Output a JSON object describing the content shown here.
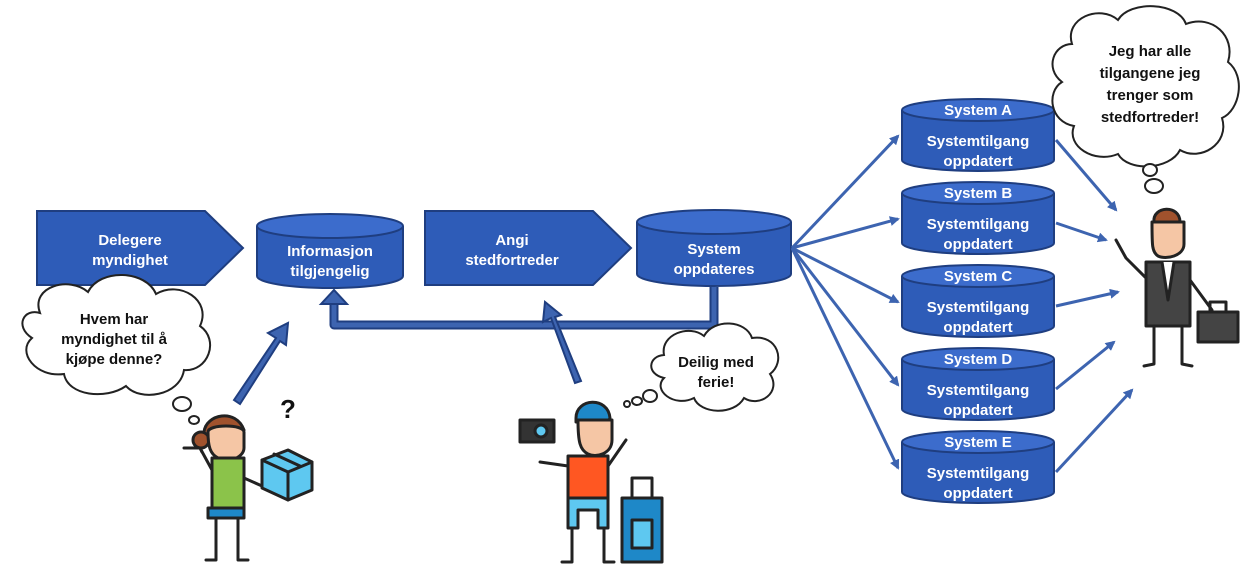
{
  "colors": {
    "shape_fill": "#2e5cb8",
    "shape_stroke": "#1f3e80",
    "cylinder_top": "#3c6ccc",
    "connector": "#3d64b0",
    "cloud_stroke": "#222222",
    "shirt_green": "#8bc34a",
    "shirt_orange": "#ff5722",
    "suitcase_blue": "#1e88c8",
    "box_blue": "#5ec8f0",
    "hair_brown": "#a0522d",
    "suit_dark": "#444444",
    "skin": "#f5c6a5"
  },
  "process": {
    "step1": {
      "line1": "Delegere",
      "line2": "myndighet"
    },
    "step2": {
      "line1": "Angi",
      "line2": "stedfortreder"
    }
  },
  "databases": {
    "info": {
      "line1": "Informasjon",
      "line2": "tilgjengelig"
    },
    "system": {
      "line1": "System",
      "line2": "oppdateres"
    }
  },
  "systems": [
    {
      "name": "System A",
      "line1": "Systemtilgang",
      "line2": "oppdatert"
    },
    {
      "name": "System B",
      "line1": "Systemtilgang",
      "line2": "oppdatert"
    },
    {
      "name": "System C",
      "line1": "Systemtilgang",
      "line2": "oppdatert"
    },
    {
      "name": "System D",
      "line1": "Systemtilgang",
      "line2": "oppdatert"
    },
    {
      "name": "System E",
      "line1": "Systemtilgang",
      "line2": "oppdatert"
    }
  ],
  "bubbles": {
    "buyer": {
      "line1": "Hvem har",
      "line2": "myndighet til å",
      "line3": "kjøpe denne?"
    },
    "traveler": {
      "line1": "Deilig med",
      "line2": "ferie!"
    },
    "substitute": {
      "line1": "Jeg har alle",
      "line2": "tilgangene jeg",
      "line3": "trenger som",
      "line4": "stedfortreder!"
    }
  },
  "icons": {
    "question_mark": "?",
    "buyer": "person-with-package-icon",
    "traveler": "tourist-with-suitcase-icon",
    "substitute": "businessperson-with-briefcase-icon"
  }
}
